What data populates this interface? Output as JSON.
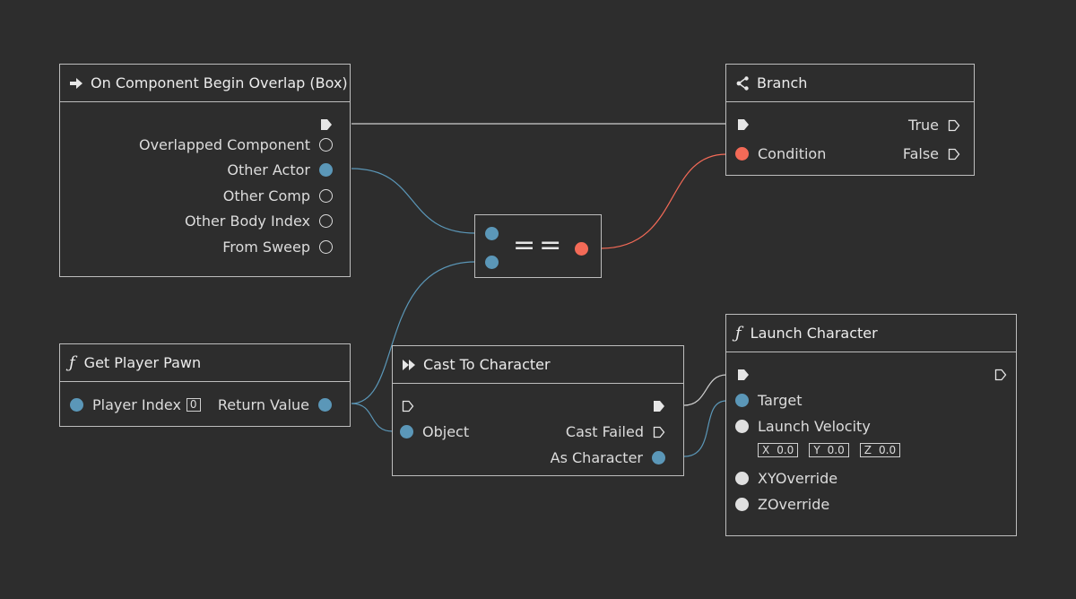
{
  "nodes": {
    "overlap": {
      "title": "On Component Begin Overlap (Box)",
      "pins": [
        "Overlapped Component",
        "Other Actor",
        "Other Comp",
        "Other Body Index",
        "From Sweep"
      ]
    },
    "branch": {
      "title": "Branch",
      "true_label": "True",
      "false_label": "False",
      "condition_label": "Condition"
    },
    "equals": {
      "label": "=="
    },
    "get_player_pawn": {
      "title": "Get Player Pawn",
      "player_index_label": "Player Index",
      "player_index_value": "0",
      "return_label": "Return Value"
    },
    "cast": {
      "title": "Cast To Character",
      "object_label": "Object",
      "cast_failed_label": "Cast Failed",
      "as_character_label": "As Character"
    },
    "launch": {
      "title": "Launch Character",
      "target_label": "Target",
      "velocity_label": "Launch Velocity",
      "x_label": "X",
      "x_value": "0.0",
      "y_label": "Y",
      "y_value": "0.0",
      "z_label": "Z",
      "z_value": "0.0",
      "xy_override_label": "XYOverride",
      "z_override_label": "ZOverride"
    }
  },
  "colors": {
    "background": "#2d2d2d",
    "node_border": "#bdbdbd",
    "object_pin": "#5b97b8",
    "bool_pin": "#f36a57",
    "exec_wire": "#cfcfcf"
  }
}
